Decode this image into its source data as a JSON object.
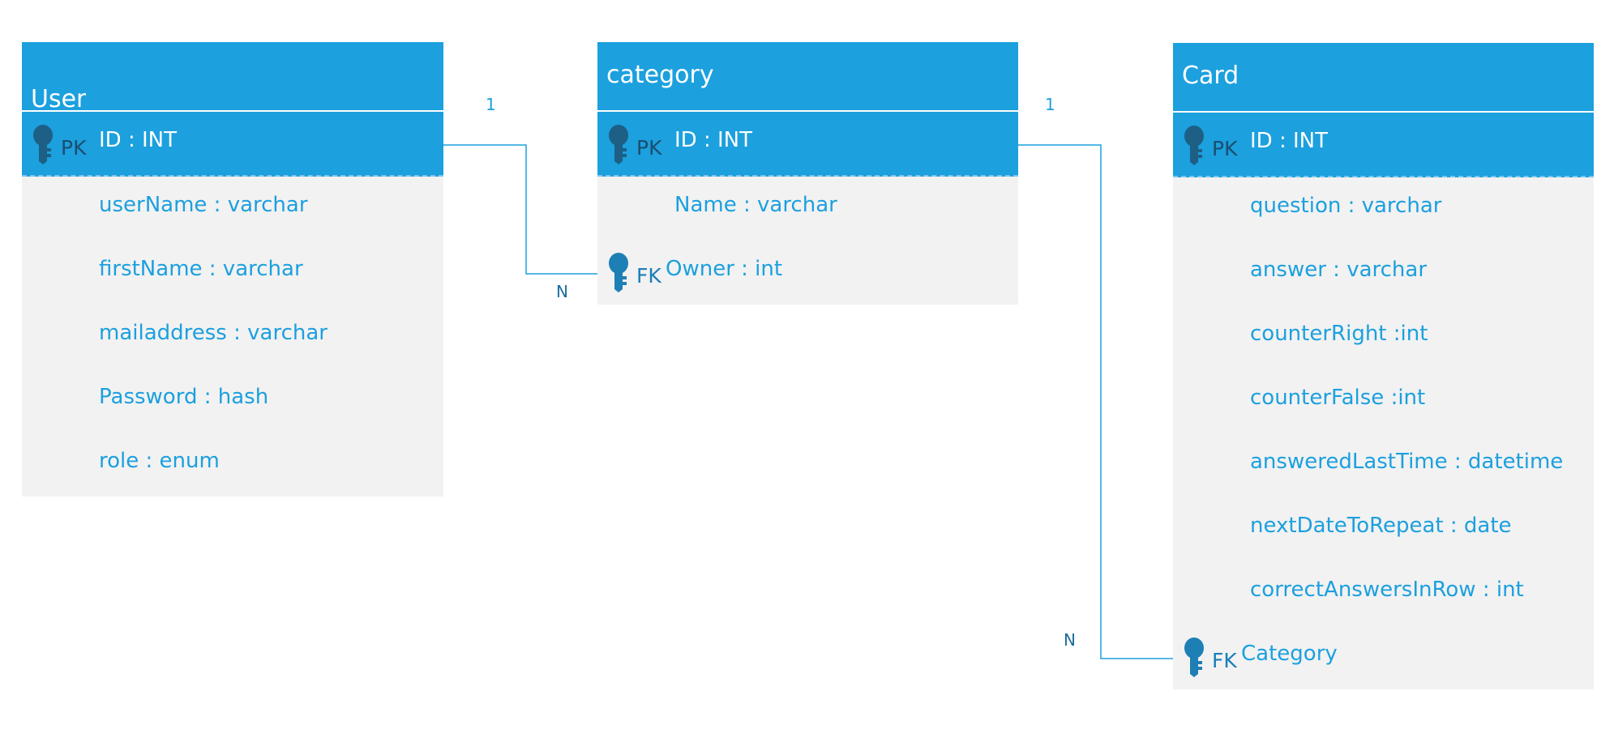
{
  "colors": {
    "header": "#1ca0de",
    "body": "#f2f2f2",
    "field_text": "#1ca0de",
    "key_icon": "#1e6f9a",
    "line": "#1ca0de"
  },
  "entities": {
    "user": {
      "name": "User",
      "pk": {
        "tag": "PK",
        "field": "ID : INT"
      },
      "fields": [
        "userName : varchar",
        "firstName : varchar",
        "mailaddress : varchar",
        "Password : hash",
        "role : enum"
      ]
    },
    "category": {
      "name": "category",
      "pk": {
        "tag": "PK",
        "field": "ID : INT"
      },
      "fields": [
        "Name : varchar"
      ],
      "fk": {
        "tag": "FK",
        "field": "Owner : int"
      }
    },
    "card": {
      "name": "Card",
      "pk": {
        "tag": "PK",
        "field": "ID : INT"
      },
      "fields": [
        "question : varchar",
        "answer : varchar",
        "counterRight :int",
        "counterFalse :int",
        "answeredLastTime : datetime",
        "nextDateToRepeat : date",
        "correctAnswersInRow : int"
      ],
      "fk": {
        "tag": "FK",
        "field": "Category"
      }
    }
  },
  "relationships": [
    {
      "from": "User",
      "to": "category",
      "one": "1",
      "many": "N"
    },
    {
      "from": "category",
      "to": "Card",
      "one": "1",
      "many": "N"
    }
  ]
}
